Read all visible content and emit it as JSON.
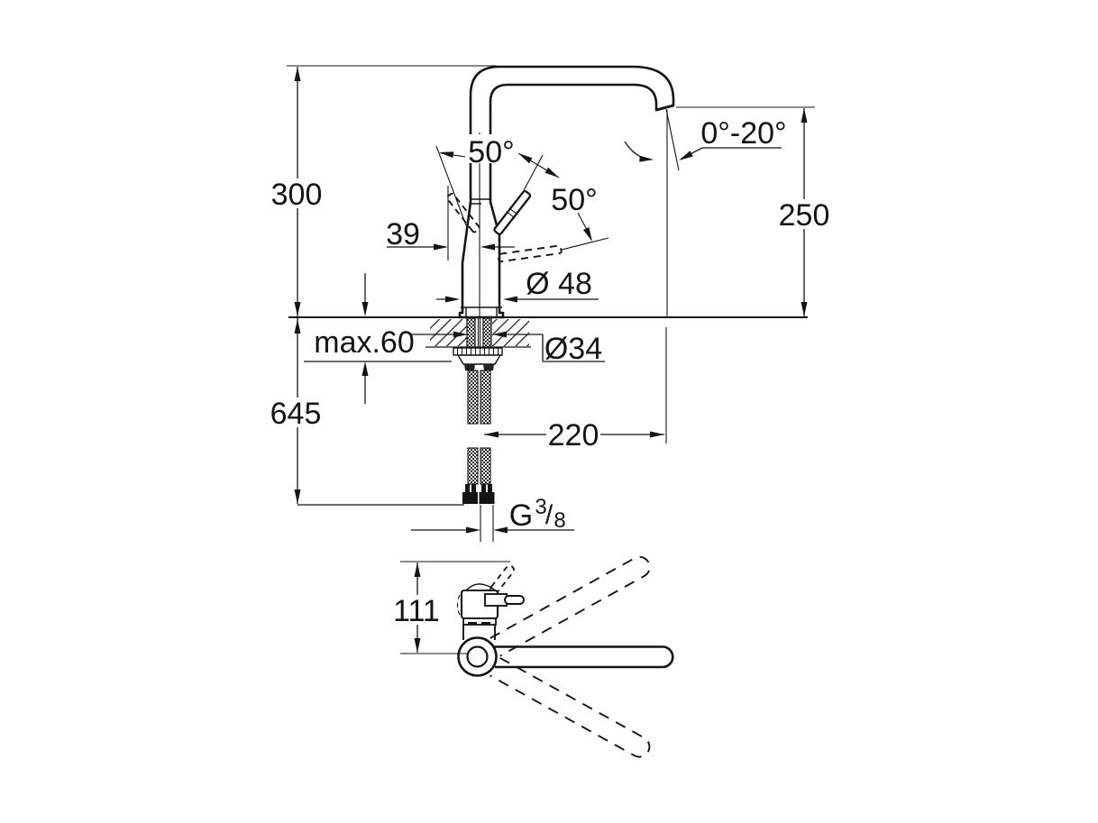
{
  "page": {
    "background": "#ffffff",
    "line_color": "#141414",
    "description": "Technical dimension drawing of a single-lever kitchen sink mixer tap with high U-spout, front view and top view"
  },
  "dims": {
    "overall_height": "300",
    "outlet_height": "250",
    "spout_tilt_range": "0°-20°",
    "lever_angle_left": "50°",
    "lever_angle_right": "50°",
    "lever_offset": "39",
    "body_diameter": "Ø 48",
    "max_counter_thickness": "max.60",
    "shank_diameter": "Ø34",
    "hose_length": "645",
    "spout_reach": "220",
    "top_view_depth": "111"
  },
  "thread": {
    "g": "G",
    "numerator": "3",
    "slash": "/",
    "denominator": "8"
  }
}
